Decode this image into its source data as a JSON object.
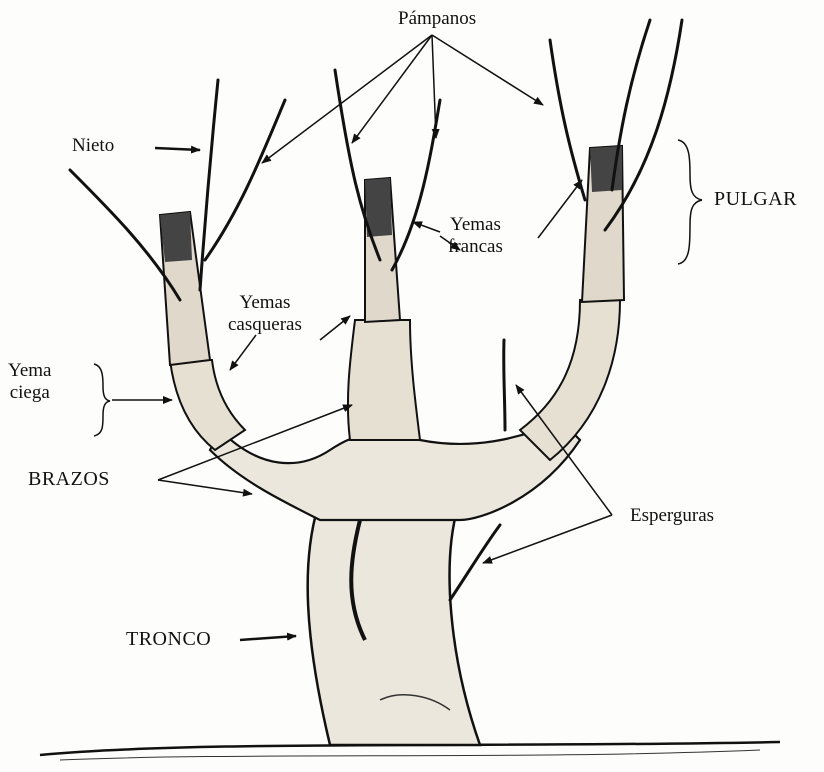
{
  "labels": {
    "pampanos": "Pámpanos",
    "nieto": "Nieto",
    "pulgar": "PULGAR",
    "yemas_francas_1": "Yemas",
    "yemas_francas_2": "francas",
    "yemas_casqueras_1": "Yemas",
    "yemas_casqueras_2": "casqueras",
    "yema_ciega_1": "Yema",
    "yema_ciega_2": "ciega",
    "brazos": "BRAZOS",
    "esperguras": "Esperguras",
    "tronco": "TRONCO"
  },
  "colors": {
    "ink": "#111111",
    "paper": "#fdfdfb",
    "wood": "#d9d2c4"
  }
}
